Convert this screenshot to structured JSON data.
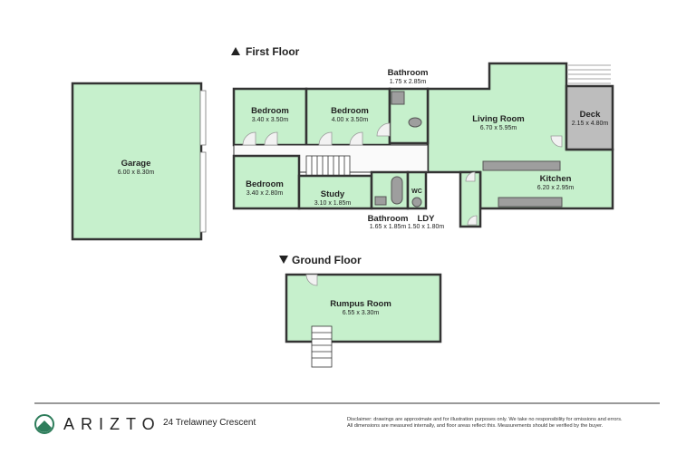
{
  "first_floor": {
    "title": "First Floor",
    "rooms": [
      {
        "name": "Garage",
        "dims": "6.00 x 8.30m"
      },
      {
        "name": "Bedroom",
        "dims": "3.40 x 3.50m"
      },
      {
        "name": "Bedroom",
        "dims": "4.00 x 3.50m"
      },
      {
        "name": "Bathroom",
        "dims": "1.75 x 2.85m"
      },
      {
        "name": "Living Room",
        "dims": "6.70 x 5.95m"
      },
      {
        "name": "Deck",
        "dims": "2.15 x 4.80m"
      },
      {
        "name": "Bedroom",
        "dims": "3.40 x 2.80m"
      },
      {
        "name": "Study",
        "dims": "3.10 x 1.85m"
      },
      {
        "name": "Bathroom",
        "dims": "1.65 x 1.85m"
      },
      {
        "name": "LDY",
        "dims": "1.50 x 1.80m"
      },
      {
        "name": "Kitchen",
        "dims": "6.20 x 2.95m"
      },
      {
        "name": "WC",
        "dims": ""
      }
    ]
  },
  "ground_floor": {
    "title": "Ground Floor",
    "rooms": [
      {
        "name": "Rumpus Room",
        "dims": "6.55 x 3.30m"
      }
    ]
  },
  "footer": {
    "brand": "ARIZTO",
    "address": "24 Trelawney Crescent",
    "disclaimer_1": "Disclaimer: drawings are approximate and for illustration purposes only. We take no responsibility for omissions and errors.",
    "disclaimer_2": "All dimensions are measured internally, and floor areas reflect this. Measurements should be verified by the buyer."
  },
  "colors": {
    "room": "#c6f0cc",
    "deck": "#bdbdbd",
    "logo": "#2e7d5b"
  }
}
